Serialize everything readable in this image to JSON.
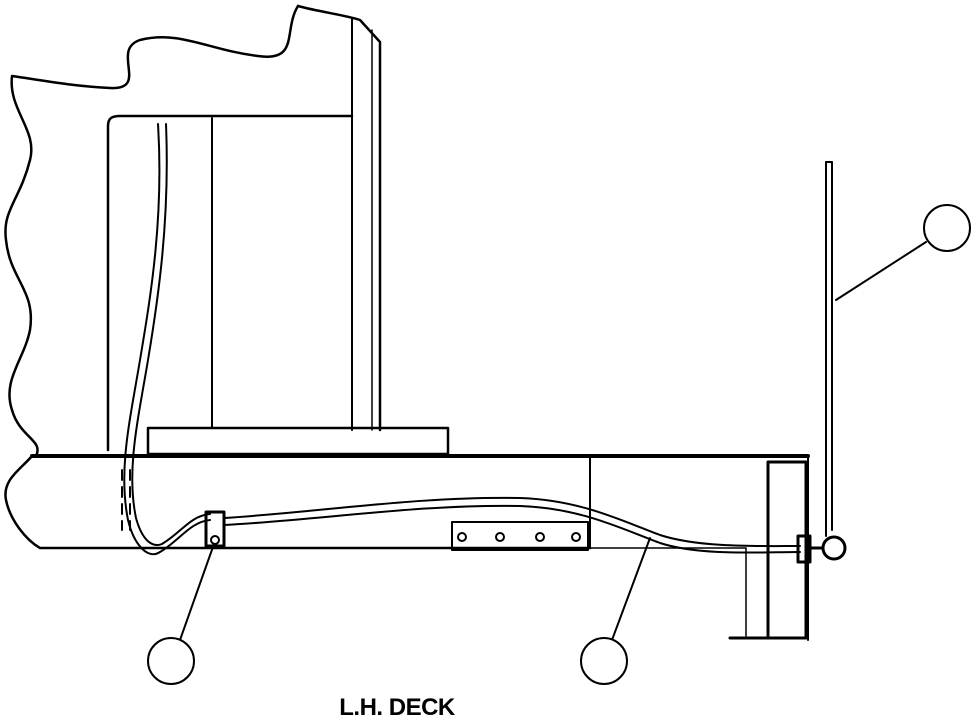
{
  "caption": "L.H. DECK",
  "callouts": [
    {
      "id": "callout-top-right",
      "label": ""
    },
    {
      "id": "callout-bottom-left",
      "label": ""
    },
    {
      "id": "callout-bottom-middle",
      "label": ""
    }
  ],
  "colors": {
    "line": "#000000",
    "background": "#ffffff"
  }
}
